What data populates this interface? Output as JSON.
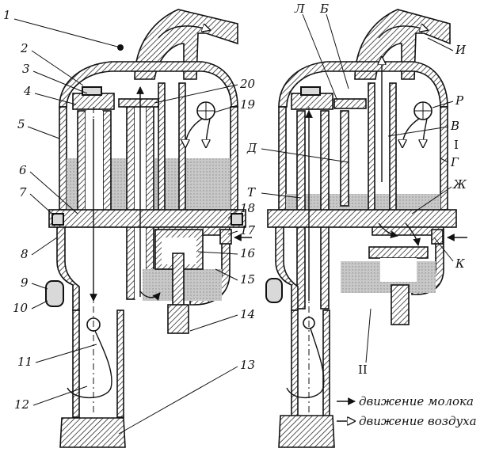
{
  "labels_left": [
    "1",
    "2",
    "3",
    "4",
    "5",
    "6",
    "7",
    "8",
    "9",
    "10",
    "11",
    "12",
    "13",
    "14",
    "15",
    "16",
    "17",
    "18",
    "19",
    "20"
  ],
  "labels_right": [
    "Л",
    "Б",
    "И",
    "Р",
    "В",
    "I",
    "Г",
    "Д",
    "Т",
    "Ж",
    "К",
    "II"
  ],
  "legend": {
    "milk": "движение молока",
    "air": "движение воздуха"
  },
  "colors": {
    "ink": "#111111",
    "milk": "#bdbdbd",
    "paper": "#ffffff"
  }
}
